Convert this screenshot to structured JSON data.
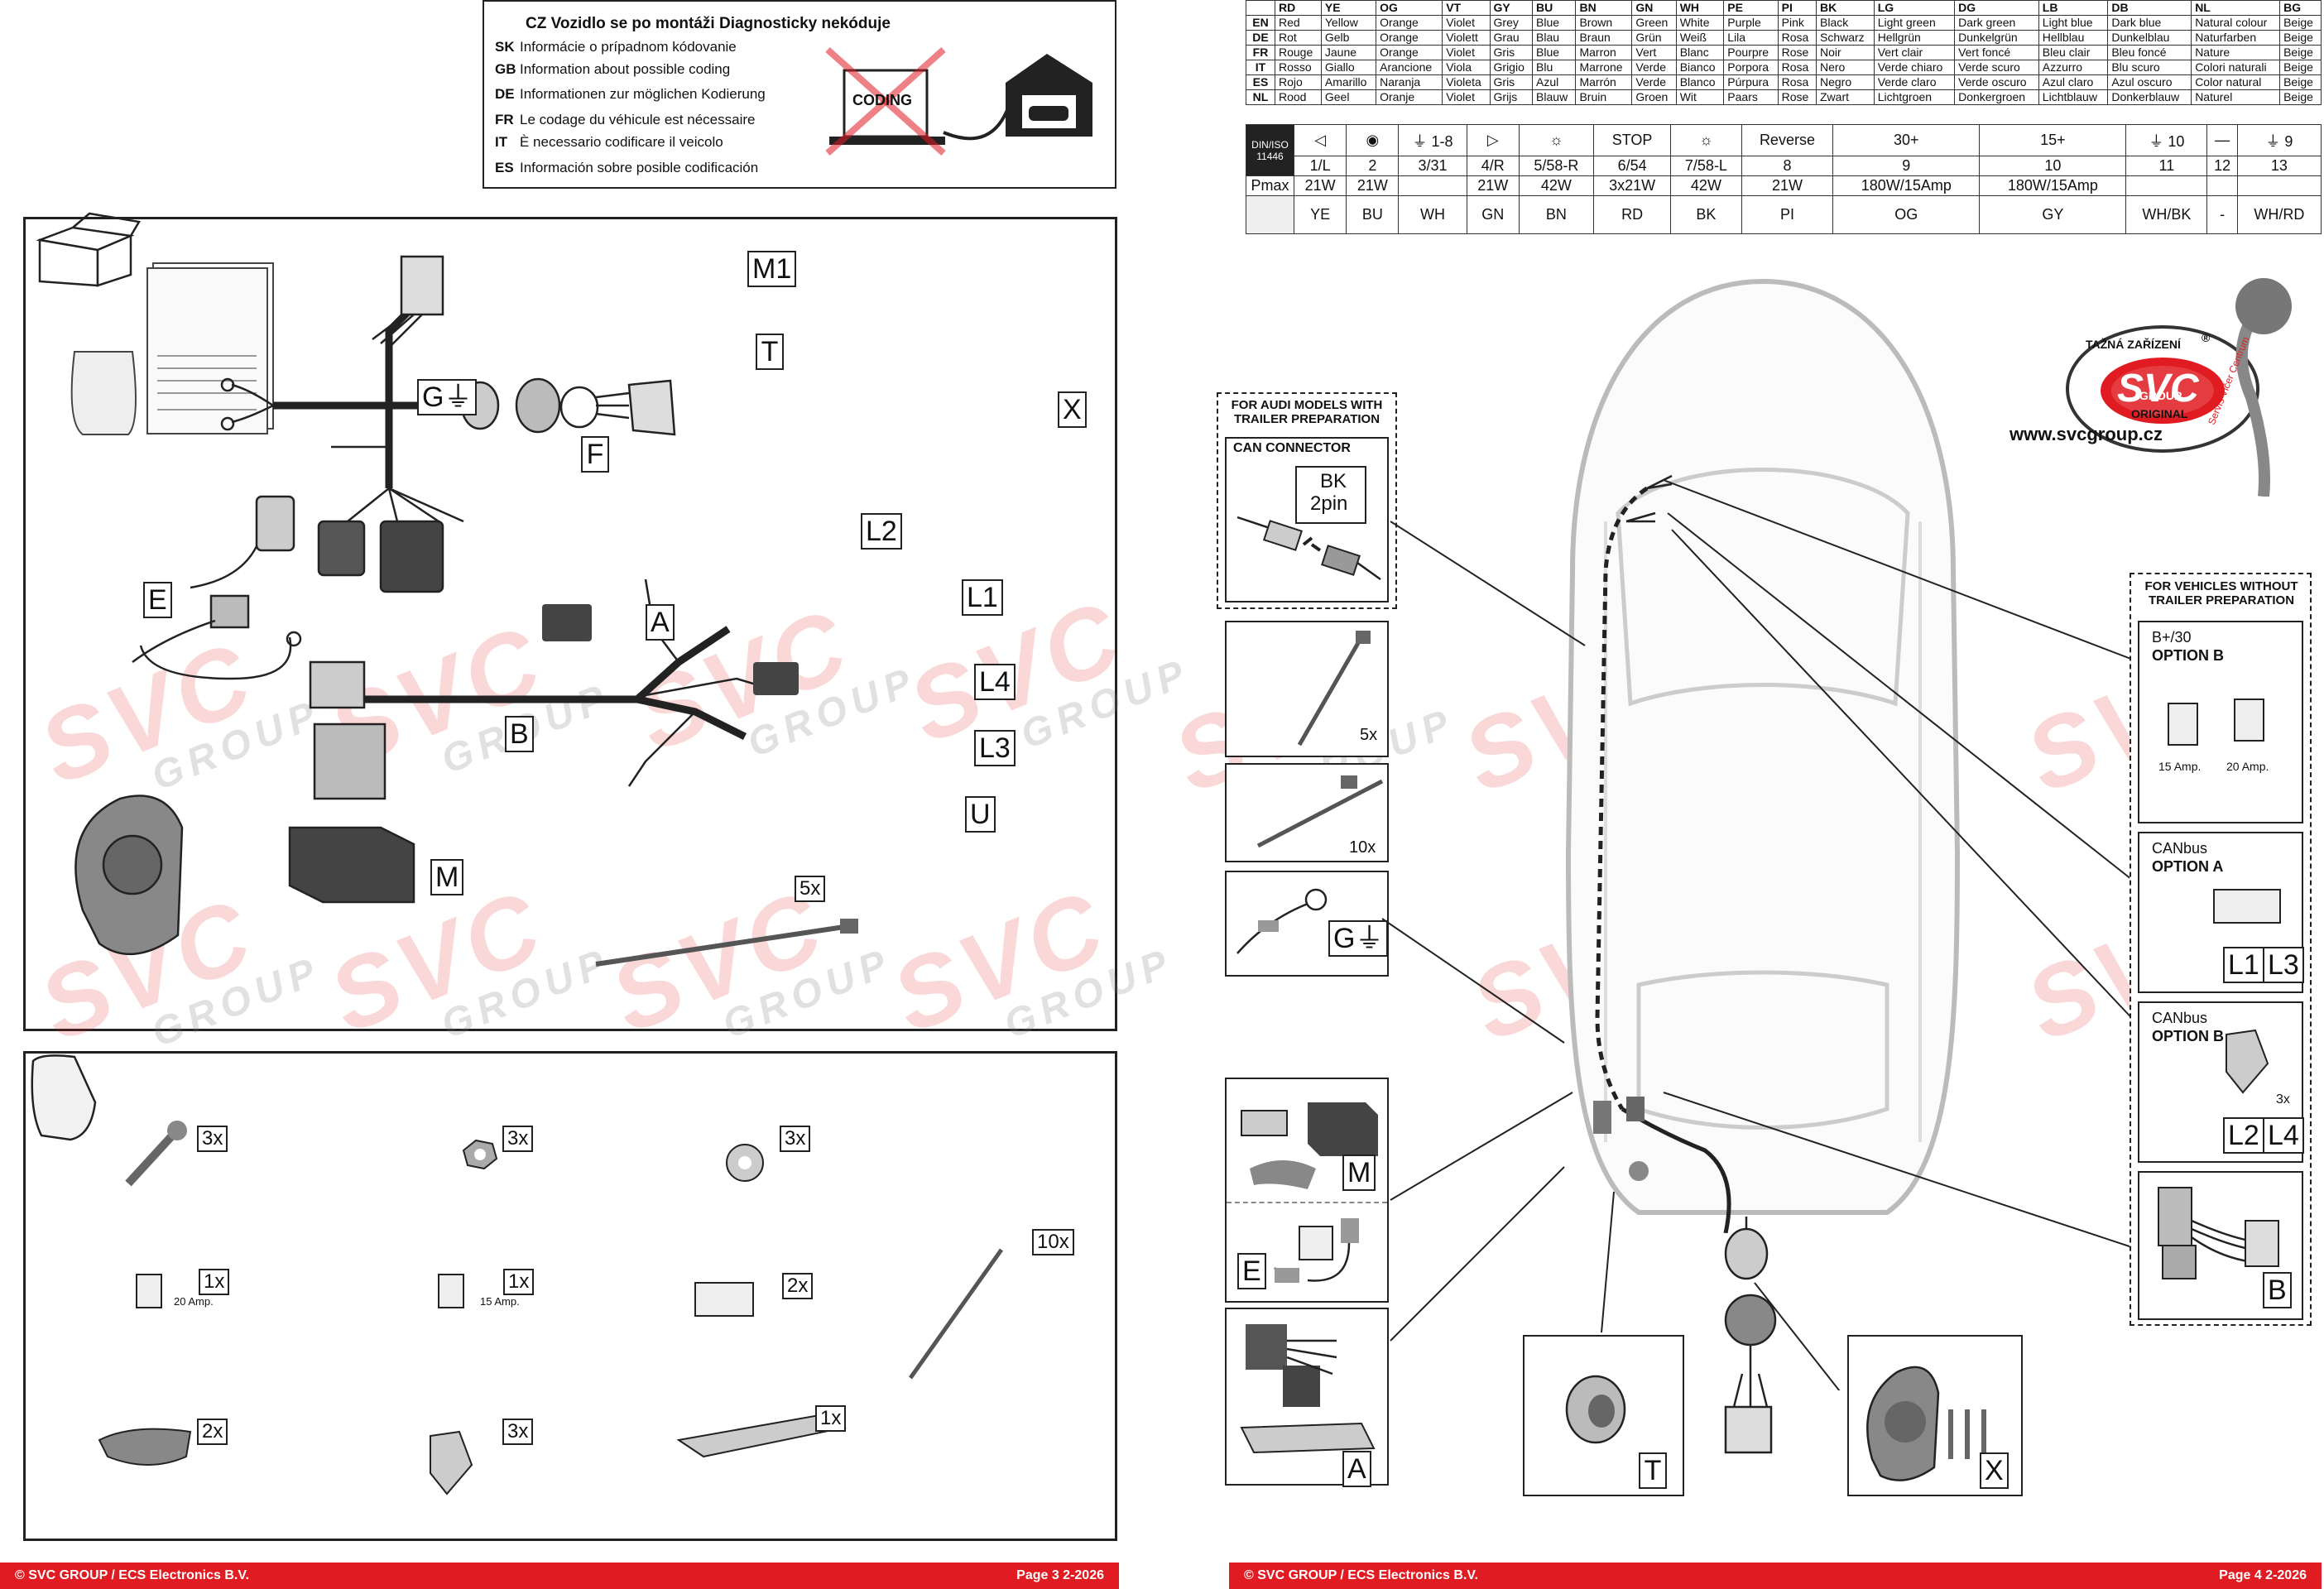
{
  "coding_notice": {
    "title": "CZ Vozidlo se po montáži Diagnosticky nekóduje",
    "lines": [
      {
        "code": "SK",
        "text": "Informácie o prípadnom kódovanie"
      },
      {
        "code": "GB",
        "text": "Information about possible coding"
      },
      {
        "code": "DE",
        "text": "Informationen zur möglichen Kodierung"
      },
      {
        "code": "FR",
        "text": "Le codage du véhicule est nécessaire"
      },
      {
        "code": "IT",
        "text": "È necessario codificare il veicolo"
      },
      {
        "code": "ES",
        "text": "Información sobre posible codificación"
      }
    ],
    "laptop_label": "CODING"
  },
  "color_table": {
    "codes": [
      "RD",
      "YE",
      "OG",
      "VT",
      "GY",
      "BU",
      "BN",
      "GN",
      "WH",
      "PE",
      "PI",
      "BK",
      "LG",
      "DG",
      "LB",
      "DB",
      "NL",
      "BG"
    ],
    "rows": [
      {
        "lang": "EN",
        "names": [
          "Red",
          "Yellow",
          "Orange",
          "Violet",
          "Grey",
          "Blue",
          "Brown",
          "Green",
          "White",
          "Purple",
          "Pink",
          "Black",
          "Light green",
          "Dark green",
          "Light blue",
          "Dark blue",
          "Natural colour",
          "Beige"
        ]
      },
      {
        "lang": "DE",
        "names": [
          "Rot",
          "Gelb",
          "Orange",
          "Violett",
          "Grau",
          "Blau",
          "Braun",
          "Grün",
          "Weiß",
          "Lila",
          "Rosa",
          "Schwarz",
          "Hellgrün",
          "Dunkelgrün",
          "Hellblau",
          "Dunkelblau",
          "Naturfarben",
          "Beige"
        ]
      },
      {
        "lang": "FR",
        "names": [
          "Rouge",
          "Jaune",
          "Orange",
          "Violet",
          "Gris",
          "Blue",
          "Marron",
          "Vert",
          "Blanc",
          "Pourpre",
          "Rose",
          "Noir",
          "Vert clair",
          "Vert foncé",
          "Bleu clair",
          "Bleu foncé",
          "Nature",
          "Beige"
        ]
      },
      {
        "lang": "IT",
        "names": [
          "Rosso",
          "Giallo",
          "Arancione",
          "Viola",
          "Grigio",
          "Blu",
          "Marrone",
          "Verde",
          "Bianco",
          "Porpora",
          "Rosa",
          "Nero",
          "Verde chiaro",
          "Verde scuro",
          "Azzurro",
          "Blu scuro",
          "Colori naturali",
          "Beige"
        ]
      },
      {
        "lang": "ES",
        "names": [
          "Rojo",
          "Amarillo",
          "Naranja",
          "Violeta",
          "Gris",
          "Azul",
          "Marrón",
          "Verde",
          "Blanco",
          "Púrpura",
          "Rosa",
          "Negro",
          "Verde claro",
          "Verde oscuro",
          "Azul claro",
          "Azul oscuro",
          "Color natural",
          "Beige"
        ]
      },
      {
        "lang": "NL",
        "names": [
          "Rood",
          "Geel",
          "Oranje",
          "Violet",
          "Grijs",
          "Blauw",
          "Bruin",
          "Groen",
          "Wit",
          "Paars",
          "Rose",
          "Zwart",
          "Lichtgroen",
          "Donkergroen",
          "Lichtblauw",
          "Donkerblauw",
          "Naturel",
          "Beige"
        ]
      }
    ]
  },
  "pin_table": {
    "header": "DIN/ISO 11446",
    "pmax_label": "Pmax",
    "symbols": [
      "◁",
      "◉",
      "⏚ 1-8",
      "▷",
      "☼",
      "STOP",
      "☼",
      "Reverse",
      "30+",
      "15+",
      "⏚ 10",
      "—",
      "⏚ 9"
    ],
    "pins": [
      "1/L",
      "2",
      "3/31",
      "4/R",
      "5/58-R",
      "6/54",
      "7/58-L",
      "8",
      "9",
      "10",
      "11",
      "12",
      "13"
    ],
    "pmax": [
      "21W",
      "21W",
      "",
      "21W",
      "42W",
      "3x21W",
      "42W",
      "21W",
      "180W/15Amp",
      "180W/15Amp",
      "",
      "",
      ""
    ],
    "colors": [
      "YE",
      "BU",
      "WH",
      "GN",
      "BN",
      "RD",
      "BK",
      "PI",
      "OG",
      "GY",
      "WH/BK",
      "-",
      "WH/RD"
    ]
  },
  "kit_labels": {
    "M1": "M1",
    "T": "T",
    "G": "G⏚",
    "X": "X",
    "F": "F",
    "L2": "L2",
    "L1": "L1",
    "L4": "L4",
    "L3": "L3",
    "A": "A",
    "B": "B",
    "U": "U",
    "E": "E",
    "M": "M",
    "tie_qty": "5x"
  },
  "hardware_qty": {
    "bolt": "3x",
    "nut": "3x",
    "washer": "3x",
    "fuse20": "1x",
    "fuse20_label": "20 Amp.",
    "fuse15": "1x",
    "fuse15_label": "15 Amp.",
    "connector": "2x",
    "tie": "10x",
    "pad": "2x",
    "clip": "3x",
    "plate": "1x"
  },
  "watermark": {
    "brand": "SVC",
    "sub": "GROUP"
  },
  "audi_box": {
    "title": "FOR AUDI MODELS WITH TRAILER PREPARATION",
    "sub": "CAN CONNECTOR",
    "callout_line1": "BK",
    "callout_line2": "2pin"
  },
  "left_parts": {
    "tie5": "5x",
    "tie10": "10x",
    "ground": "G⏚",
    "M": "M",
    "E": "E",
    "A": "A",
    "T": "T",
    "X": "X"
  },
  "no_prep_box": {
    "title": "FOR VEHICLES WITHOUT TRAILER PREPARATION",
    "opt_b_head": "B+/30",
    "opt_b_title": "OPTION B",
    "fuse15": "15 Amp.",
    "fuse20": "20 Amp.",
    "can_a_head": "CANbus",
    "can_a_title": "OPTION A",
    "L1": "L1",
    "L3": "L3",
    "can_b_head": "CANbus",
    "can_b_title": "OPTION B",
    "qty3": "3x",
    "L2": "L2",
    "L4": "L4",
    "B": "B"
  },
  "logo": {
    "top": "TAŽNÁ ZAŘÍZENÍ",
    "brand": "SVC",
    "group": "GROUP",
    "orig": "ORIGINAL",
    "reg": "®",
    "url": "www.svcgroup.cz",
    "side": "Servis Vlčer Centrum"
  },
  "footer_left": {
    "brand": "© SVC GROUP / ECS Electronics B.V.",
    "page": "Page 3   2-2026"
  },
  "footer_right": {
    "brand": "© SVC GROUP / ECS Electronics B.V.",
    "page": "Page 4   2-2026"
  }
}
